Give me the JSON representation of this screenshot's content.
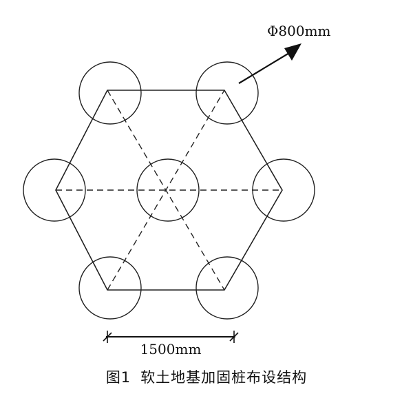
{
  "diagram": {
    "diameter_label": "Φ800mm",
    "spacing_label": "1500mm",
    "pile_count": 7,
    "layout": "hexagonal"
  },
  "caption": {
    "figure_number": "图1",
    "title": "软土地基加固桩布设结构"
  }
}
